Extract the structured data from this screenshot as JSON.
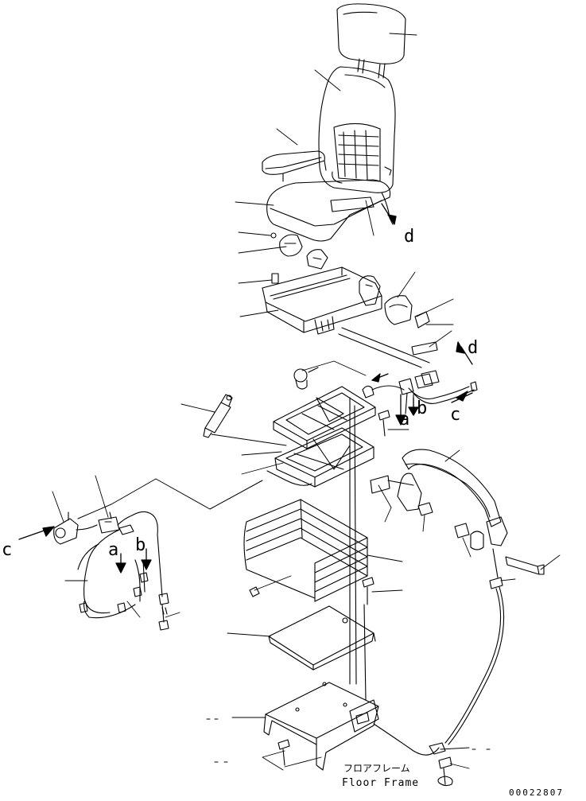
{
  "labels": {
    "d_top": "d",
    "d_right": "d",
    "a_right": "a",
    "b_right": "b",
    "c_right": "c",
    "c_left": "c",
    "a_left": "a",
    "b_left": "b"
  },
  "floor_frame": {
    "jp": "フロアフレーム",
    "en": "Floor Frame"
  },
  "drawing_code": "00022807"
}
